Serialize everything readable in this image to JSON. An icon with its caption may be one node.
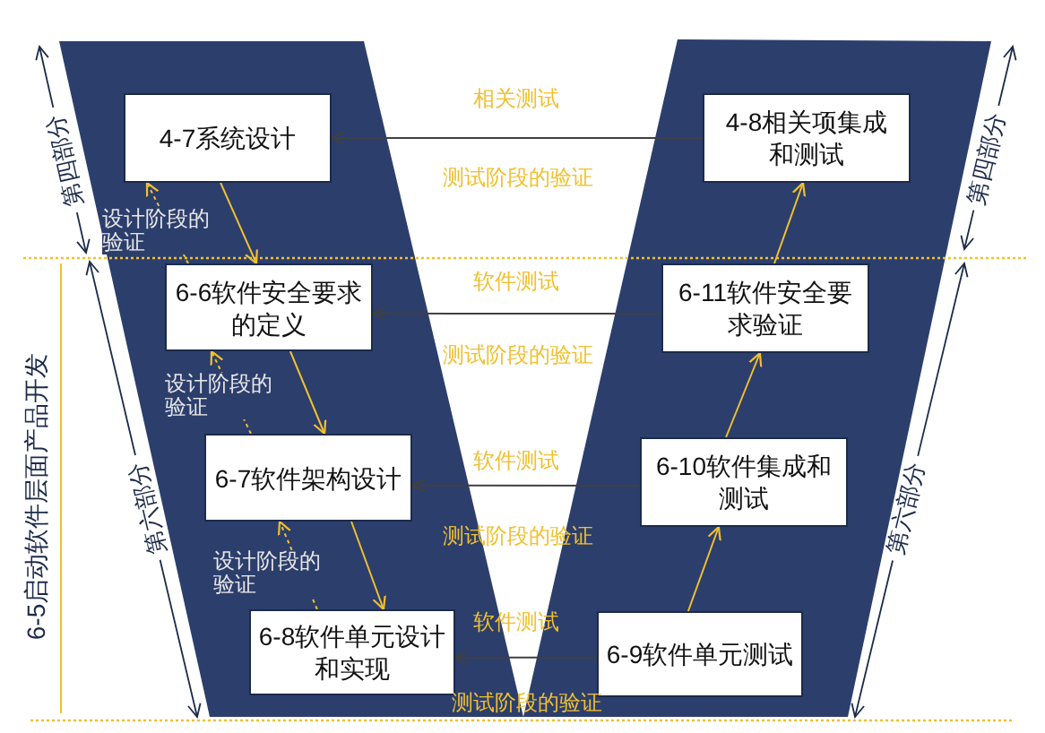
{
  "diagram": {
    "nodes": [
      {
        "text": [
          "4-7系统设计"
        ]
      },
      {
        "text": [
          "4-8相关项集成和测试"
        ]
      },
      {
        "text": [
          "6-6软件安全要求的定义"
        ]
      },
      {
        "text": [
          "6-11软件安全要求验证"
        ]
      },
      {
        "text": [
          "6-7软件架构设计"
        ]
      },
      {
        "text": [
          "6-10软件集成和测试"
        ]
      },
      {
        "text": [
          "6-8软件单元设计和实现"
        ]
      },
      {
        "text": [
          "6-9软件单元测试"
        ]
      }
    ],
    "edges": [
      {
        "from": 1,
        "to": 0,
        "arrow": "to",
        "label": "相关测试",
        "color": "#404040"
      },
      {
        "from": 0,
        "to": 2,
        "arrow": "to"
      },
      {
        "from": 2,
        "to": 0,
        "arrow": "to",
        "label": "设计阶段的验证",
        "style": "dashed"
      },
      {
        "from": 3,
        "to": 1,
        "arrow": "to"
      },
      {
        "from": 3,
        "to": 2,
        "arrow": "to",
        "label": "软件测试",
        "color": "#404040"
      },
      {
        "from": 2,
        "to": 4,
        "arrow": "to"
      },
      {
        "from": 4,
        "to": 2,
        "arrow": "to",
        "label": "设计阶段的验证",
        "style": "dashed"
      },
      {
        "from": 5,
        "to": 3,
        "arrow": "to"
      },
      {
        "from": 5,
        "to": 4,
        "arrow": "to",
        "label": "软件测试",
        "color": "#404040"
      },
      {
        "from": 4,
        "to": 6,
        "arrow": "to"
      },
      {
        "from": 6,
        "to": 4,
        "arrow": "to",
        "label": "设计阶段的验证",
        "style": "dashed"
      },
      {
        "from": 7,
        "to": 5,
        "arrow": "to"
      },
      {
        "from": 7,
        "to": 6,
        "arrow": "to",
        "label": "软件测试",
        "color": "#404040"
      }
    ],
    "labels": [
      "第四部分",
      "第四部分",
      "测试阶段的验证",
      "测试阶段的验证",
      "6-5启动软件层面产品开发",
      "第六部分",
      "第六部分",
      "测试阶段的验证",
      "测试阶段的验证"
    ]
  }
}
